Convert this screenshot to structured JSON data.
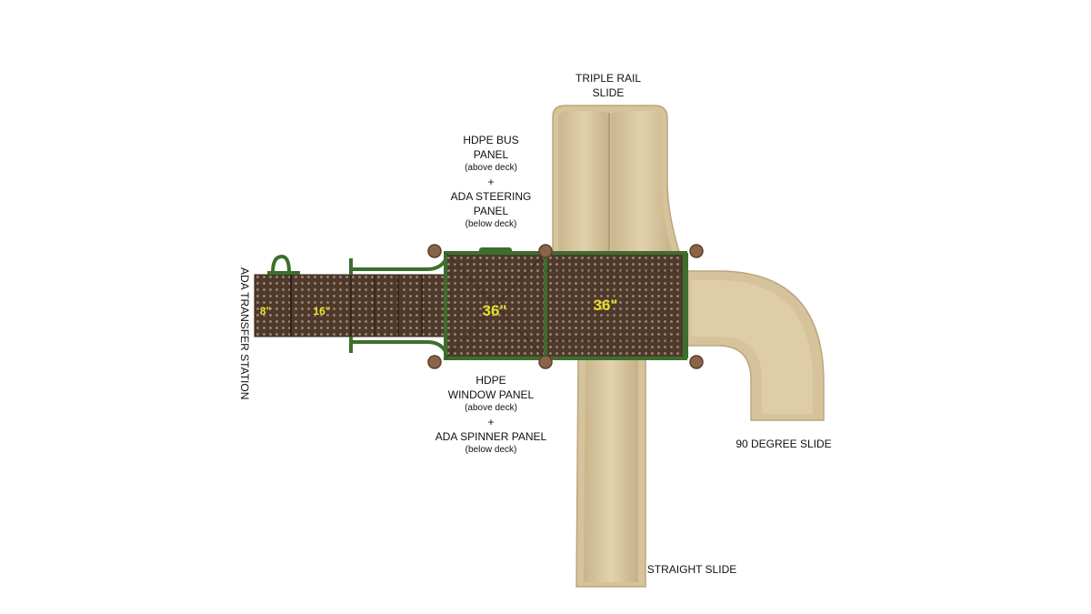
{
  "labels": {
    "triple_rail_slide": [
      "TRIPLE RAIL",
      "SLIDE"
    ],
    "bus_panel": {
      "line1": "HDPE BUS",
      "line2": "PANEL",
      "note1": "(above deck)",
      "plus": "+",
      "line3": "ADA STEERING",
      "line4": "PANEL",
      "note2": "(below deck)"
    },
    "window_panel": {
      "line1": "HDPE",
      "line2": "WINDOW PANEL",
      "note1": "(above deck)",
      "plus": "+",
      "line3": "ADA SPINNER PANEL",
      "note2": "(below deck)"
    },
    "transfer_station": [
      "ADA TRANSFER",
      "STATION"
    ],
    "degree_slide": "90 DEGREE SLIDE",
    "straight_slide": "STRAIGHT SLIDE"
  },
  "measurements": {
    "step_8": "8\"",
    "step_16": "16\"",
    "deck_left": "36\"",
    "deck_right": "36\""
  },
  "colors": {
    "slide": "#d9c7a0",
    "slide_shadow": "#c2ad82",
    "deck": "#5a4232",
    "frame": "#3d6e2e",
    "post": "#8a6448",
    "measure_text": "#e8df2e"
  }
}
